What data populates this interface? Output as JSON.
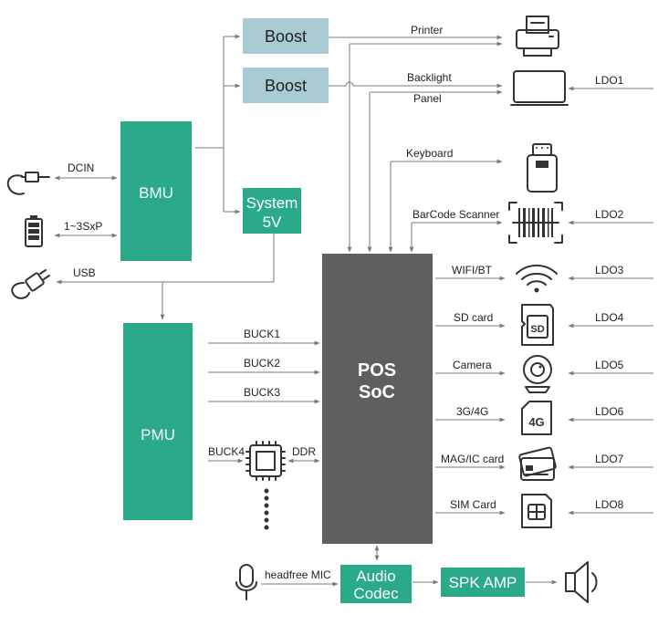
{
  "colors": {
    "teal": "#2baa8a",
    "boost": "#a9ccd4",
    "soc": "#5f5f5f",
    "wire": "#7a7a7a",
    "icon": "#333333"
  },
  "blocks": {
    "boost1": "Boost",
    "boost2": "Boost",
    "bmu": "BMU",
    "system5v_line1": "System",
    "system5v_line2": "5V",
    "pmu": "PMU",
    "soc_line1": "POS",
    "soc_line2": "SoC",
    "audio_line1": "Audio",
    "audio_line2": "Codec",
    "spk_amp": "SPK AMP"
  },
  "labels": {
    "dcin": "DCIN",
    "battery": "1~3SxP",
    "usb": "USB",
    "printer": "Printer",
    "backlight": "Backlight",
    "panel": "Panel",
    "keyboard": "Keyboard",
    "barcode": "BarCode Scanner",
    "wifi": "WIFI/BT",
    "sd": "SD card",
    "camera": "Camera",
    "g34": "3G/4G",
    "mag": "MAG/IC card",
    "sim": "SIM Card",
    "buck1": "BUCK1",
    "buck2": "BUCK2",
    "buck3": "BUCK3",
    "buck4": "BUCK4",
    "ddr": "DDR",
    "mic": "headfree MIC"
  },
  "ldo": {
    "ldo1": "LDO1",
    "ldo2": "LDO2",
    "ldo3": "LDO3",
    "ldo4": "LDO4",
    "ldo5": "LDO5",
    "ldo6": "LDO6",
    "ldo7": "LDO7",
    "ldo8": "LDO8"
  },
  "icons": {
    "dcin": "dc-plug-icon",
    "battery": "battery-icon",
    "usb": "usb-plug-icon",
    "printer": "printer-icon",
    "display": "display-icon",
    "keyboard": "keypad-icon",
    "barcode": "barcode-scanner-icon",
    "wifi": "wifi-icon",
    "sd": "sd-card-icon",
    "sd_text": "SD",
    "camera": "webcam-icon",
    "g4": "4g-module-icon",
    "g4_text": "4G",
    "card": "payment-card-icon",
    "sim": "sim-card-icon",
    "ddr": "memory-chip-icon",
    "mic": "microphone-icon",
    "speaker": "speaker-icon"
  }
}
